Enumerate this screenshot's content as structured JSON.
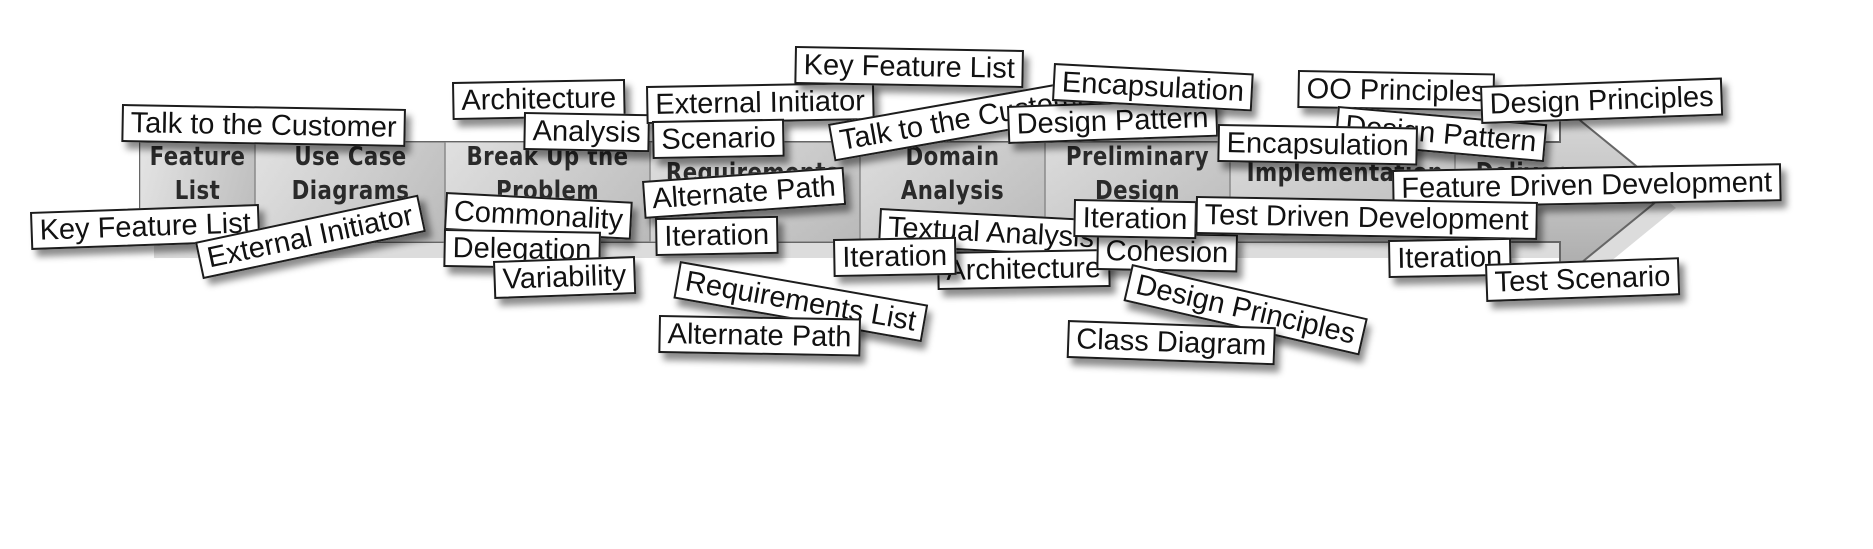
{
  "stages": [
    {
      "id": "feature-list",
      "label": "Feature\nList"
    },
    {
      "id": "use-case-diagrams",
      "label": "Use Case\nDiagrams"
    },
    {
      "id": "break-up-the-problem",
      "label": "Break Up the\nProblem"
    },
    {
      "id": "requirements",
      "label": "Requirements"
    },
    {
      "id": "domain-analysis",
      "label": "Domain\nAnalysis"
    },
    {
      "id": "preliminary-design",
      "label": "Preliminary\nDesign"
    },
    {
      "id": "implementation",
      "label": "Implementation"
    },
    {
      "id": "deliver",
      "label": "Deliver"
    }
  ],
  "magnets": [
    {
      "id": "talk-to-the-customer-1",
      "text": "Talk to the Customer"
    },
    {
      "id": "key-feature-list-1",
      "text": "Key Feature List"
    },
    {
      "id": "external-initiator-1",
      "text": "External Initiator"
    },
    {
      "id": "architecture-1",
      "text": "Architecture"
    },
    {
      "id": "analysis",
      "text": "Analysis"
    },
    {
      "id": "commonality",
      "text": "Commonality"
    },
    {
      "id": "delegation",
      "text": "Delegation"
    },
    {
      "id": "variability",
      "text": "Variability"
    },
    {
      "id": "external-initiator-2",
      "text": "External Initiator"
    },
    {
      "id": "scenario",
      "text": "Scenario"
    },
    {
      "id": "alternate-path-1",
      "text": "Alternate Path"
    },
    {
      "id": "iteration-1",
      "text": "Iteration"
    },
    {
      "id": "requirements-list",
      "text": "Requirements List"
    },
    {
      "id": "alternate-path-2",
      "text": "Alternate Path"
    },
    {
      "id": "key-feature-list-2",
      "text": "Key Feature List"
    },
    {
      "id": "talk-to-the-customer-2",
      "text": "Talk to the Customer"
    },
    {
      "id": "textual-analysis",
      "text": "Textual Analysis"
    },
    {
      "id": "iteration-2",
      "text": "Iteration"
    },
    {
      "id": "architecture-2",
      "text": "Architecture"
    },
    {
      "id": "encapsulation-1",
      "text": "Encapsulation"
    },
    {
      "id": "design-pattern-1",
      "text": "Design Pattern"
    },
    {
      "id": "iteration-3",
      "text": "Iteration"
    },
    {
      "id": "cohesion",
      "text": "Cohesion"
    },
    {
      "id": "design-principles-1",
      "text": "Design Principles"
    },
    {
      "id": "class-diagram",
      "text": "Class Diagram"
    },
    {
      "id": "oo-principles",
      "text": "OO Principles"
    },
    {
      "id": "design-pattern-2",
      "text": "Design Pattern"
    },
    {
      "id": "encapsulation-2",
      "text": "Encapsulation"
    },
    {
      "id": "design-principles-2",
      "text": "Design Principles"
    },
    {
      "id": "feature-driven-development",
      "text": "Feature Driven Development"
    },
    {
      "id": "test-driven-development",
      "text": "Test Driven Development"
    },
    {
      "id": "iteration-4",
      "text": "Iteration"
    },
    {
      "id": "test-scenario",
      "text": "Test Scenario"
    }
  ]
}
